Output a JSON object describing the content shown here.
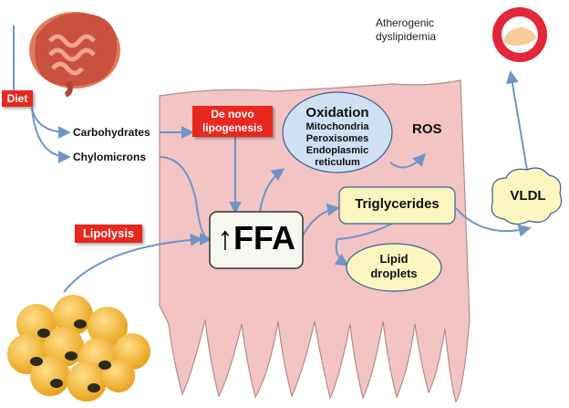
{
  "diagram": {
    "labels": {
      "diet": "Diet",
      "carbohydrates": "Carbohydrates",
      "chylomicrons": "Chylomicrons",
      "de_novo_lipogenesis": "De novo lipogenesis",
      "lipolysis": "Lipolysis",
      "ffa": "↑FFA",
      "oxidation_title": "Oxidation",
      "oxidation_items": [
        "Mitochondria",
        "Peroxisomes",
        "Endoplasmic",
        "reticulum"
      ],
      "ros": "ROS",
      "triglycerides": "Triglycerides",
      "lipid_droplets": "Lipid droplets",
      "vldl": "VLDL",
      "atherogenic": "Atherogenic dyslipidemia"
    },
    "icons": [
      "intestine-icon",
      "adipocytes-icon",
      "artery-cross-section-icon",
      "hepatocyte-shape"
    ],
    "colors": {
      "red_box": "#e8281e",
      "hepatocyte": "#f2c4c4",
      "oxidation_fill": "#cfe0f2",
      "yellow_fill": "#fbf5c0",
      "arrow": "#6f95c4",
      "artery_ring": "#e3263a",
      "fat_cell": "#f2b43a"
    }
  }
}
